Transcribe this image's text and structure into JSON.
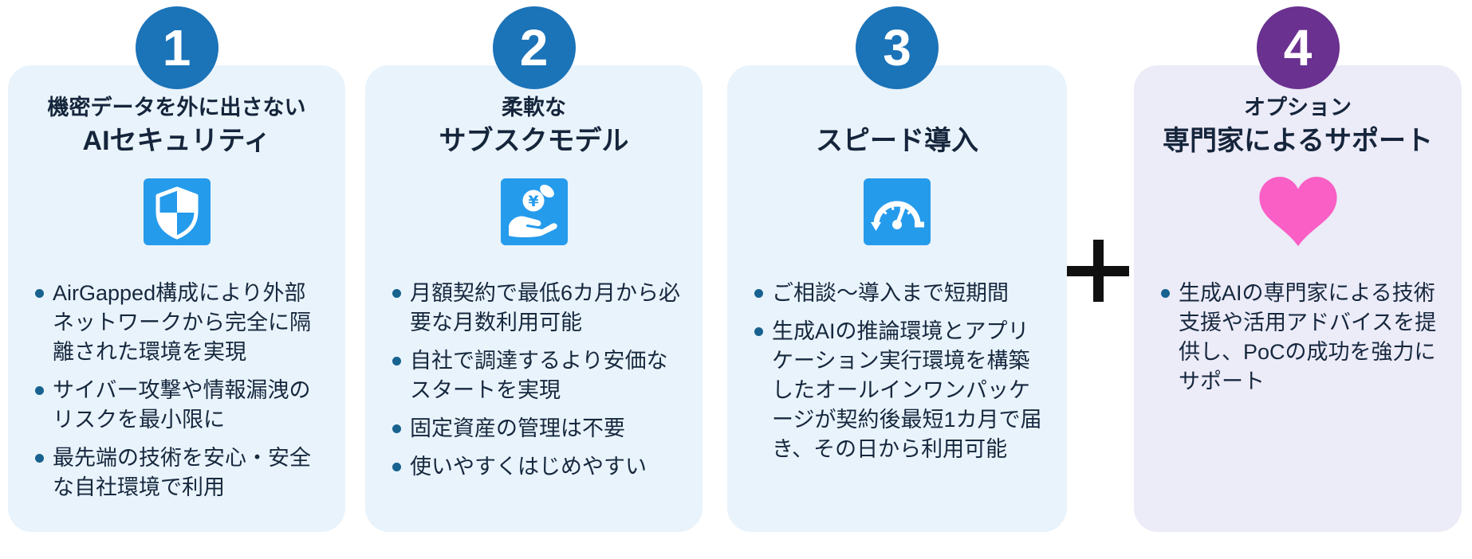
{
  "page": {
    "background": "#FFFFFF"
  },
  "colors": {
    "badge_blue": "#1B73B8",
    "badge_purple": "#6A3190",
    "card_blue_bg": "#E9F3FB",
    "card_purple_bg": "#ECEBF8",
    "icon_square_blue": "#259BEC",
    "heart_pink": "#F95FC5",
    "text": "#16283E",
    "bullet_dot": "#17628F",
    "plus_black": "#101010"
  },
  "separator": {
    "icon": "plus-icon",
    "symbol": "+"
  },
  "cards": [
    {
      "number": "1",
      "subtitle": "機密データを外に出さない",
      "title": "AIセキュリティ",
      "icon": "shield-icon",
      "bullets": [
        "AirGapped構成により外部ネットワークから完全に隔離された環境を実現",
        "サイバー攻撃や情報漏洩のリスクを最小限に",
        "最先端の技術を安心・安全な自社環境で利用"
      ]
    },
    {
      "number": "2",
      "subtitle": "柔軟な",
      "title": "サブスクモデル",
      "icon": "hand-coin-icon",
      "bullets": [
        "月額契約で最低6カ月から必要な月数利用可能",
        "自社で調達するより安価なスタートを実現",
        "固定資産の管理は不要",
        "使いやすくはじめやすい"
      ]
    },
    {
      "number": "3",
      "subtitle": "",
      "title": "スピード導入",
      "icon": "speedometer-icon",
      "bullets": [
        "ご相談〜導入まで短期間",
        "生成AIの推論環境とアプリケーション実行環境を構築したオールインワンパッケージが契約後最短1カ月で届き、その日から利用可能"
      ]
    },
    {
      "number": "4",
      "subtitle": "オプション",
      "title": "専門家によるサポート",
      "icon": "heart-icon",
      "bullets": [
        "生成AIの専門家による技術支援や活用アドバイスを提供し、PoCの成功を強力にサポート"
      ]
    }
  ]
}
